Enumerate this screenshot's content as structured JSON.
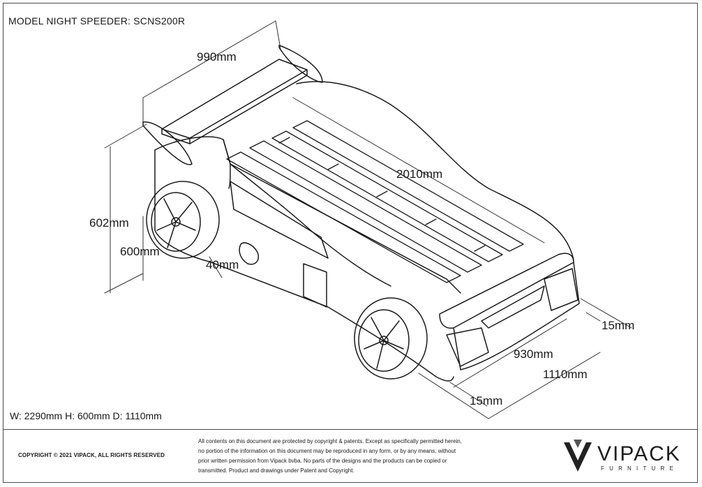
{
  "title": "MODEL NIGHT SPEEDER: SCNS200R",
  "dimensions": {
    "width_top": "990mm",
    "length": "2010mm",
    "height_total": "602mm",
    "height_side": "600mm",
    "wheel_offset": "40mm",
    "front_edge": "15mm",
    "rear_width": "930mm",
    "total_depth": "1110mm",
    "bottom_edge": "15mm"
  },
  "summary": "W: 2290mm H: 600mm D: 1110mm",
  "footer": {
    "copyright": "COPYRIGHT  © 2021 VIPACK, ALL RIGHTS RESERVED",
    "legal_lines": [
      "All contents on this document are protected by copyright & patents. Except as specifically permitted herein,",
      "no portion of the information on this document may be reproduced in any form, or by any means, without",
      "prior written permission from Vipack bvba. No parts of the designs and the products can be copied or",
      "transmitted. Product and drawings under Patent and Copyright."
    ],
    "logo_text": "VIPACK",
    "logo_subtext": "FURNITURE"
  }
}
